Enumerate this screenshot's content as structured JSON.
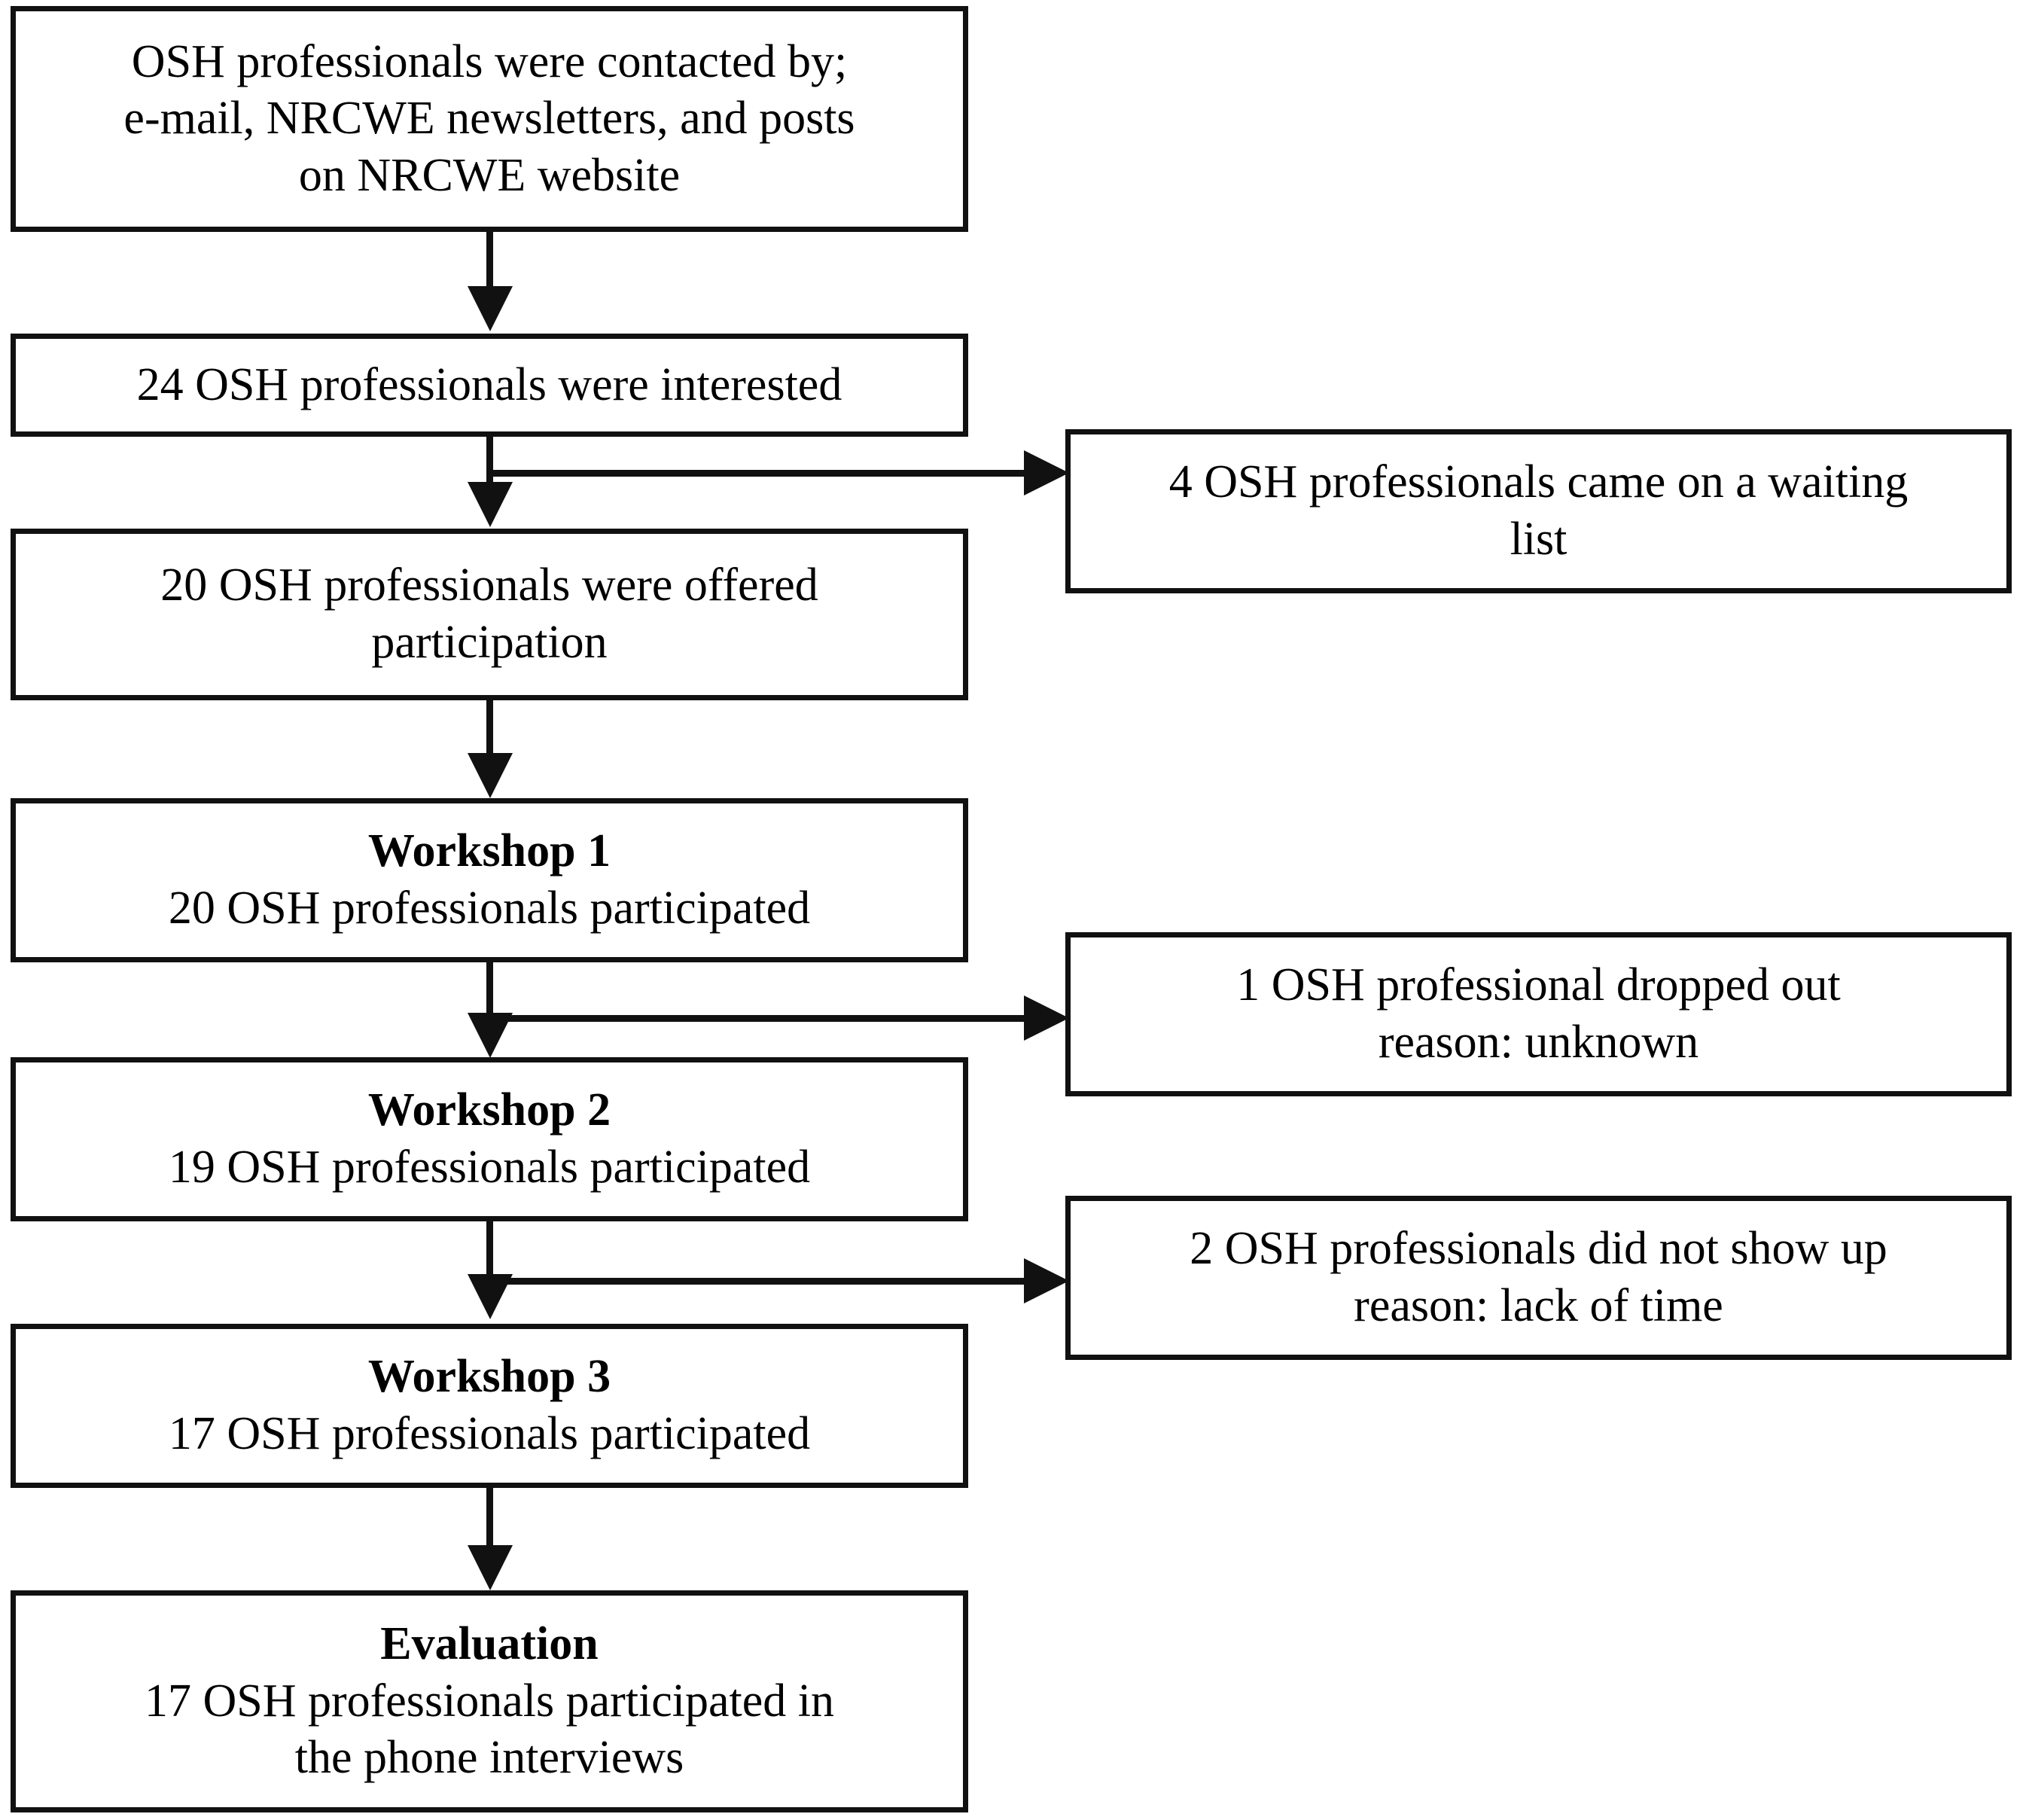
{
  "diagram": {
    "title": "OSH professionals workshop participation flow",
    "type": "flowchart",
    "colors": {
      "line": "#111111",
      "box_border": "#111111",
      "background": "#ffffff",
      "text": "#000000"
    },
    "main_nodes": [
      {
        "id": "recruitment",
        "lines": [
          "OSH professionals were contacted by;",
          "e-mail, NRCWE newsletters, and posts",
          "on NRCWE website"
        ],
        "bold_first_line": false
      },
      {
        "id": "interested",
        "lines": [
          "24 OSH professionals were interested"
        ],
        "bold_first_line": false
      },
      {
        "id": "offered",
        "lines": [
          "20 OSH professionals were offered",
          "participation"
        ],
        "bold_first_line": false
      },
      {
        "id": "workshop1",
        "lines": [
          "Workshop 1",
          "20 OSH professionals participated"
        ],
        "bold_first_line": true
      },
      {
        "id": "workshop2",
        "lines": [
          "Workshop 2",
          "19 OSH professionals participated"
        ],
        "bold_first_line": true
      },
      {
        "id": "workshop3",
        "lines": [
          "Workshop 3",
          "17 OSH professionals participated"
        ],
        "bold_first_line": true
      },
      {
        "id": "evaluation",
        "lines": [
          "Evaluation",
          "17 OSH professionals participated in",
          "the phone interviews"
        ],
        "bold_first_line": true
      }
    ],
    "side_nodes": [
      {
        "id": "waiting-list",
        "lines": [
          "4 OSH professionals came on a waiting",
          "list"
        ],
        "from": "interested"
      },
      {
        "id": "dropped-out",
        "lines": [
          "1 OSH professional dropped out",
          "reason: unknown"
        ],
        "from": "workshop1"
      },
      {
        "id": "no-show",
        "lines": [
          "2 OSH professionals did not show up",
          "reason: lack of time"
        ],
        "from": "workshop2"
      }
    ],
    "chart_data": {
      "type": "flow",
      "title": "OSH professional participation funnel",
      "stages": [
        {
          "label": "Contacted (e-mail, NRCWE newsletters, NRCWE website posts)",
          "value": null
        },
        {
          "label": "Interested",
          "value": 24
        },
        {
          "label": "Offered participation",
          "value": 20
        },
        {
          "label": "Workshop 1 participated",
          "value": 20
        },
        {
          "label": "Workshop 2 participated",
          "value": 19
        },
        {
          "label": "Workshop 3 participated",
          "value": 17
        },
        {
          "label": "Evaluation phone interviews",
          "value": 17
        }
      ],
      "attrition": [
        {
          "label": "Came on a waiting list",
          "value": 4,
          "reason": "",
          "after_stage": "Interested"
        },
        {
          "label": "Dropped out",
          "value": 1,
          "reason": "unknown",
          "after_stage": "Workshop 1"
        },
        {
          "label": "Did not show up",
          "value": 2,
          "reason": "lack of time",
          "after_stage": "Workshop 2"
        }
      ]
    }
  }
}
